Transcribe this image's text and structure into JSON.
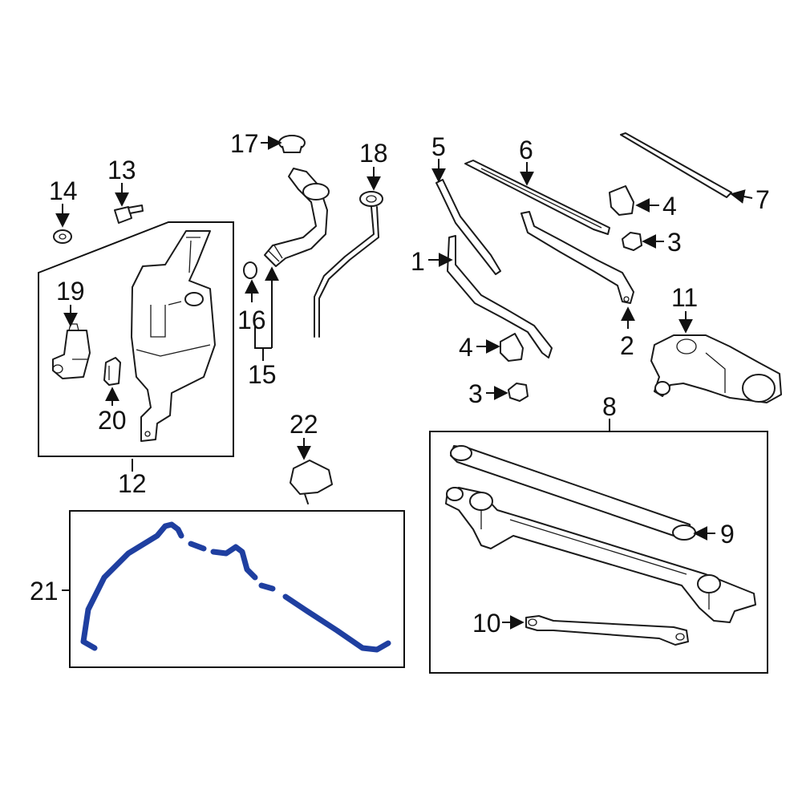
{
  "colors": {
    "highlight": "#1f3fa0",
    "line": "#1a1a1a",
    "background": "#ffffff"
  },
  "callouts": {
    "c1": "1",
    "c2": "2",
    "c3a": "3",
    "c3b": "3",
    "c4a": "4",
    "c4b": "4",
    "c5": "5",
    "c6": "6",
    "c7": "7",
    "c8": "8",
    "c9": "9",
    "c10": "10",
    "c11": "11",
    "c12": "12",
    "c13": "13",
    "c14": "14",
    "c15": "15",
    "c16": "16",
    "c17": "17",
    "c18": "18",
    "c19": "19",
    "c20": "20",
    "c21": "21",
    "c22": "22"
  }
}
